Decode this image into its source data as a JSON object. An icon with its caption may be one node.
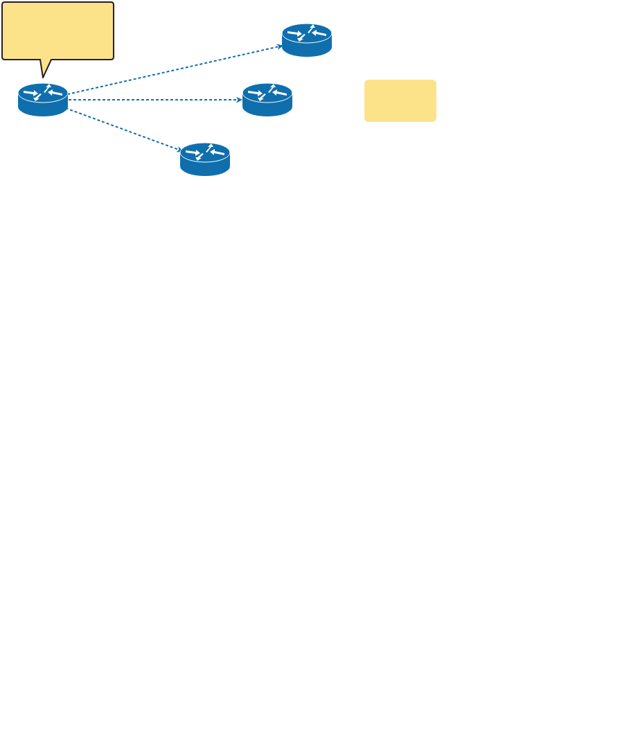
{
  "diagram": {
    "nodes": [
      {
        "text": [],
        "shape": "callout"
      },
      {
        "text": [],
        "shape": "router"
      },
      {
        "text": [],
        "shape": "router"
      },
      {
        "text": [],
        "shape": "router"
      },
      {
        "text": [],
        "shape": "box"
      },
      {
        "text": [],
        "shape": "router"
      }
    ],
    "edges": [
      {
        "from": 2,
        "to": 1,
        "arrow": "to",
        "style": "dashed"
      },
      {
        "from": 2,
        "to": 3,
        "arrow": "to",
        "style": "dashed"
      },
      {
        "from": 2,
        "to": 5,
        "arrow": "to",
        "style": "dashed"
      }
    ]
  }
}
